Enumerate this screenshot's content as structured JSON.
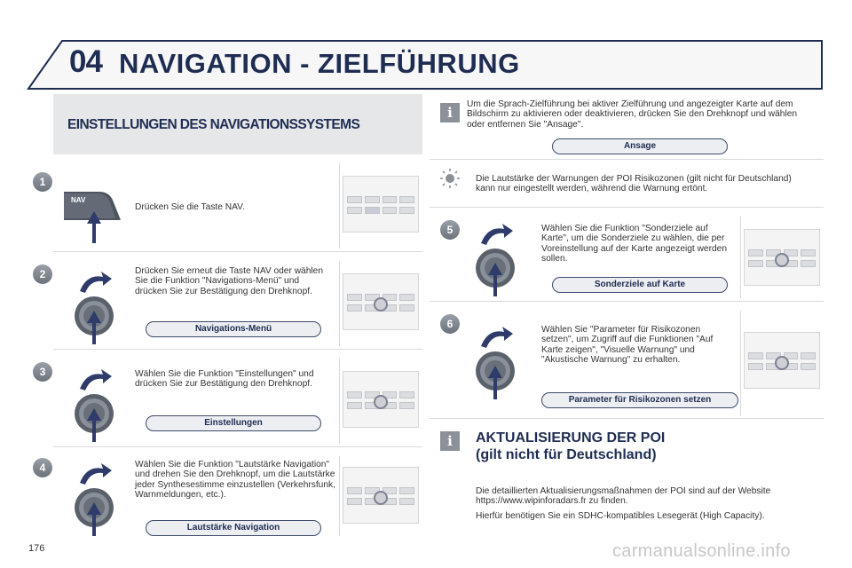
{
  "header": {
    "chapter": "04",
    "title": "NAVIGATION - ZIELFÜHRUNG"
  },
  "left": {
    "section_title": "EINSTELLUNGEN DES NAVIGATIONSSYSTEMS",
    "steps": [
      {
        "number": "1",
        "text": "Drücken Sie die Taste NAV.",
        "button_label": "NAV"
      },
      {
        "number": "2",
        "text": "Drücken Sie erneut die Taste NAV oder wählen Sie die Funktion \"Navigations-Menü\" und drücken Sie zur Bestätigung den Drehknopf.",
        "pill": "Navigations-Menü"
      },
      {
        "number": "3",
        "text": "Wählen Sie die Funktion \"Einstellungen\" und drücken Sie zur Bestätigung den Drehknopf.",
        "pill": "Einstellungen"
      },
      {
        "number": "4",
        "text": "Wählen Sie die Funktion \"Lautstärke Navigation\" und drehen Sie den Drehknopf, um die Lautstärke jeder Synthesestimme einzustellen (Verkehrsfunk, Warnmeldungen, etc.).",
        "pill": "Lautstärke Navigation"
      }
    ]
  },
  "right": {
    "info1": "Um die Sprach-Zielführung bei aktiver Zielführung und angezeigter Karte auf dem Bildschirm zu aktivieren oder deaktivieren, drücken Sie den Drehknopf und wählen oder entfernen Sie \"Ansage\".",
    "pill_ansage": "Ansage",
    "tip": "Die Lautstärke der Warnungen der POI Risikozonen (gilt nicht für Deutschland) kann nur eingestellt werden, während die Warnung ertönt.",
    "steps": [
      {
        "number": "5",
        "text": "Wählen Sie die Funktion \"Sonderziele auf Karte\", um die Sonderziele zu wählen, die per Voreinstellung auf der Karte angezeigt werden sollen.",
        "pill": "Sonderziele auf Karte"
      },
      {
        "number": "6",
        "text": "Wählen Sie \"Parameter für Risikozonen setzen\", um Zugriff auf die Funktionen \"Auf Karte zeigen\", \"Visuelle Warnung\" und \"Akustische Warnung\" zu erhalten.",
        "pill": "Parameter für Risikozonen setzen"
      }
    ],
    "update_title_1": "AKTUALISIERUNG DER POI",
    "update_title_2": "(gilt nicht für Deutschland)",
    "update_p1": "Die detaillierten Aktualisierungsmaßnahmen der POI sind auf der Website https://www.wipinforadars.fr zu finden.",
    "update_p2": "Hierfür benötigen Sie ein SDHC-kompatibles Lesegerät (High Capacity)."
  },
  "footer": {
    "page_number": "176",
    "watermark": "carmanualsonline.info"
  },
  "colors": {
    "title_navy": "#1f2d52",
    "panel_gray": "#e6e7e9"
  }
}
